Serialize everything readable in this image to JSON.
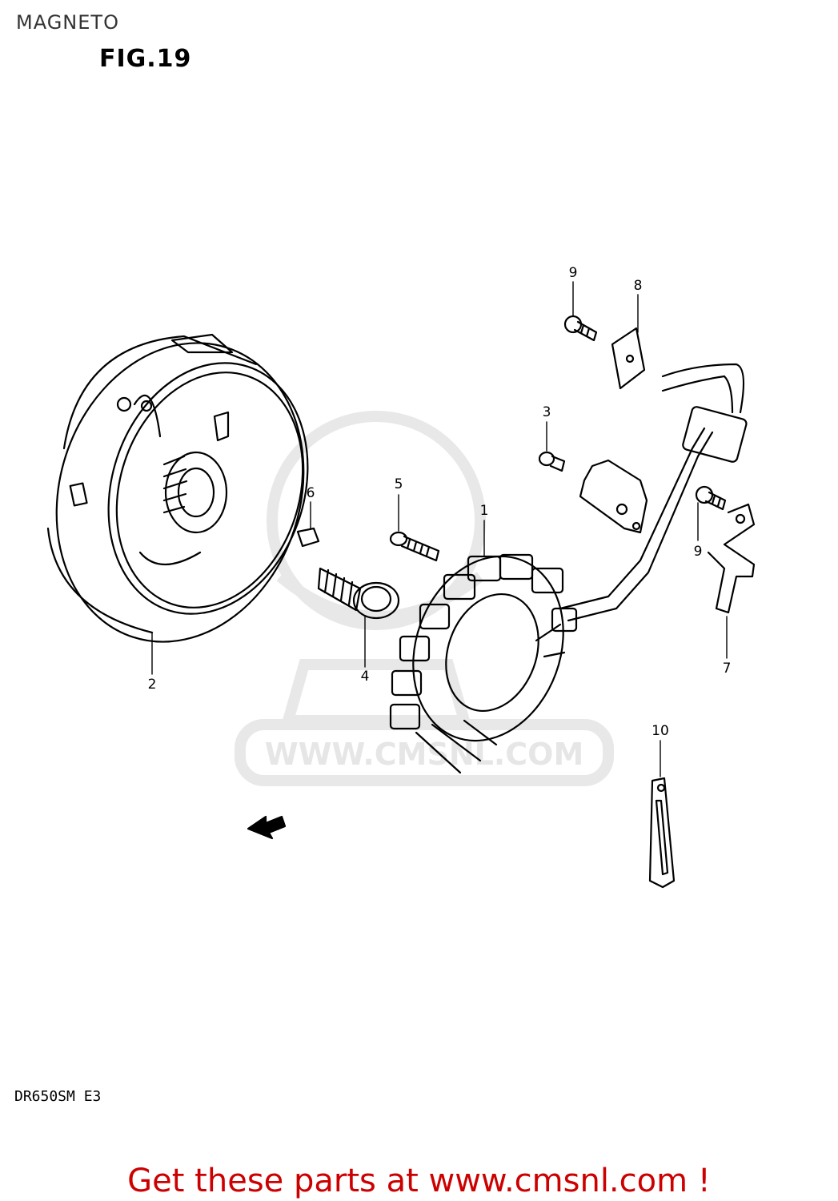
{
  "page": {
    "title": "MAGNETO",
    "figure": "FIG.19",
    "model": "DR650SM  E3"
  },
  "watermark": {
    "text": "WWW.CMSNL.COM"
  },
  "callouts": [
    {
      "id": "1",
      "label": "1"
    },
    {
      "id": "2",
      "label": "2"
    },
    {
      "id": "3",
      "label": "3"
    },
    {
      "id": "4",
      "label": "4"
    },
    {
      "id": "5",
      "label": "5"
    },
    {
      "id": "6",
      "label": "6"
    },
    {
      "id": "7",
      "label": "7"
    },
    {
      "id": "8",
      "label": "8"
    },
    {
      "id": "9a",
      "label": "9"
    },
    {
      "id": "9b",
      "label": "9"
    },
    {
      "id": "10",
      "label": "10"
    }
  ],
  "promo": {
    "text": "Get these parts at www.cmsnl.com !"
  },
  "colors": {
    "line": "#000000",
    "watermark": "#e6e6e6",
    "promo": "#cc0000"
  }
}
